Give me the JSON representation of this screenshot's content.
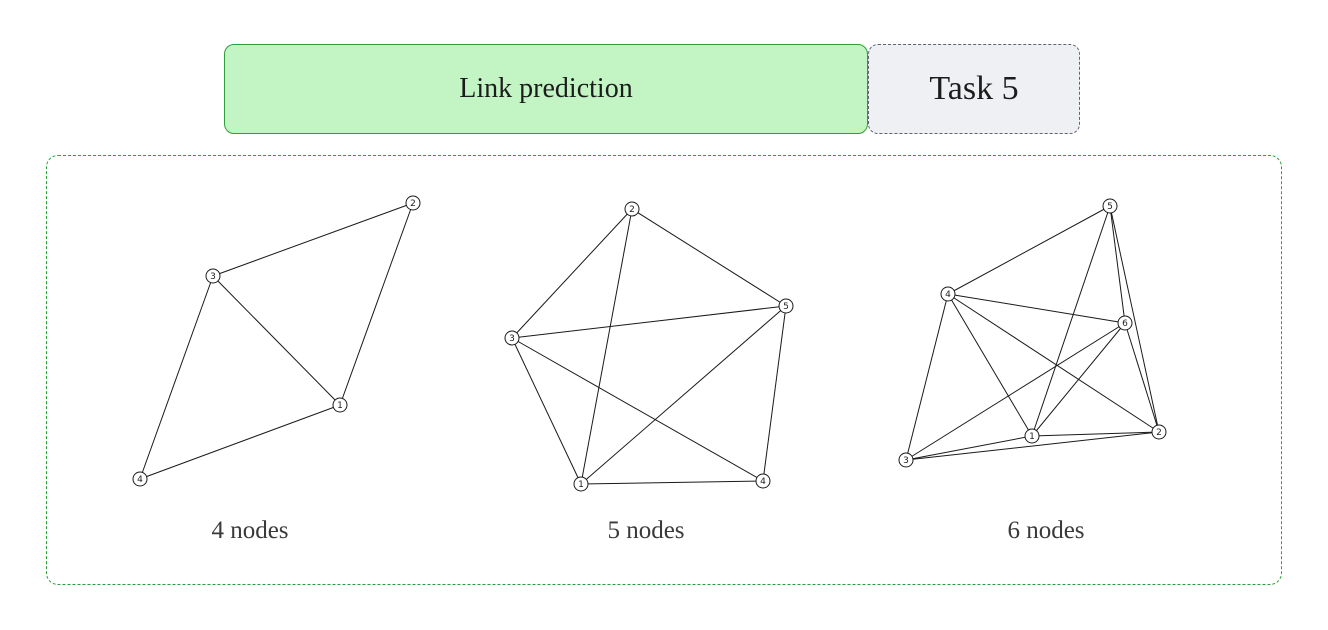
{
  "header": {
    "title": "Link prediction",
    "badge": "Task 5"
  },
  "colors": {
    "header_fill": "#c3f4c3",
    "header_border": "#2f9e3a",
    "badge_fill": "#eef0f3",
    "badge_border": "#5e6470",
    "panel_border": "#2f9e3a"
  },
  "graphs": [
    {
      "caption": "4 nodes",
      "nodes": [
        {
          "id": "1"
        },
        {
          "id": "2"
        },
        {
          "id": "3"
        },
        {
          "id": "4"
        }
      ],
      "edges": [
        [
          "3",
          "2"
        ],
        [
          "2",
          "1"
        ],
        [
          "3",
          "1"
        ],
        [
          "3",
          "4"
        ],
        [
          "4",
          "1"
        ]
      ]
    },
    {
      "caption": "5 nodes",
      "nodes": [
        {
          "id": "1"
        },
        {
          "id": "2"
        },
        {
          "id": "3"
        },
        {
          "id": "4"
        },
        {
          "id": "5"
        }
      ],
      "edges": [
        [
          "2",
          "3"
        ],
        [
          "2",
          "5"
        ],
        [
          "2",
          "1"
        ],
        [
          "3",
          "5"
        ],
        [
          "3",
          "1"
        ],
        [
          "3",
          "4"
        ],
        [
          "5",
          "1"
        ],
        [
          "5",
          "4"
        ],
        [
          "1",
          "4"
        ]
      ]
    },
    {
      "caption": "6 nodes",
      "nodes": [
        {
          "id": "1"
        },
        {
          "id": "2"
        },
        {
          "id": "3"
        },
        {
          "id": "4"
        },
        {
          "id": "5"
        },
        {
          "id": "6"
        }
      ],
      "edges": [
        [
          "5",
          "4"
        ],
        [
          "5",
          "1"
        ],
        [
          "5",
          "6"
        ],
        [
          "5",
          "2"
        ],
        [
          "4",
          "6"
        ],
        [
          "4",
          "1"
        ],
        [
          "4",
          "2"
        ],
        [
          "4",
          "3"
        ],
        [
          "6",
          "1"
        ],
        [
          "6",
          "2"
        ],
        [
          "6",
          "3"
        ],
        [
          "1",
          "3"
        ],
        [
          "1",
          "2"
        ],
        [
          "3",
          "2"
        ]
      ]
    }
  ]
}
